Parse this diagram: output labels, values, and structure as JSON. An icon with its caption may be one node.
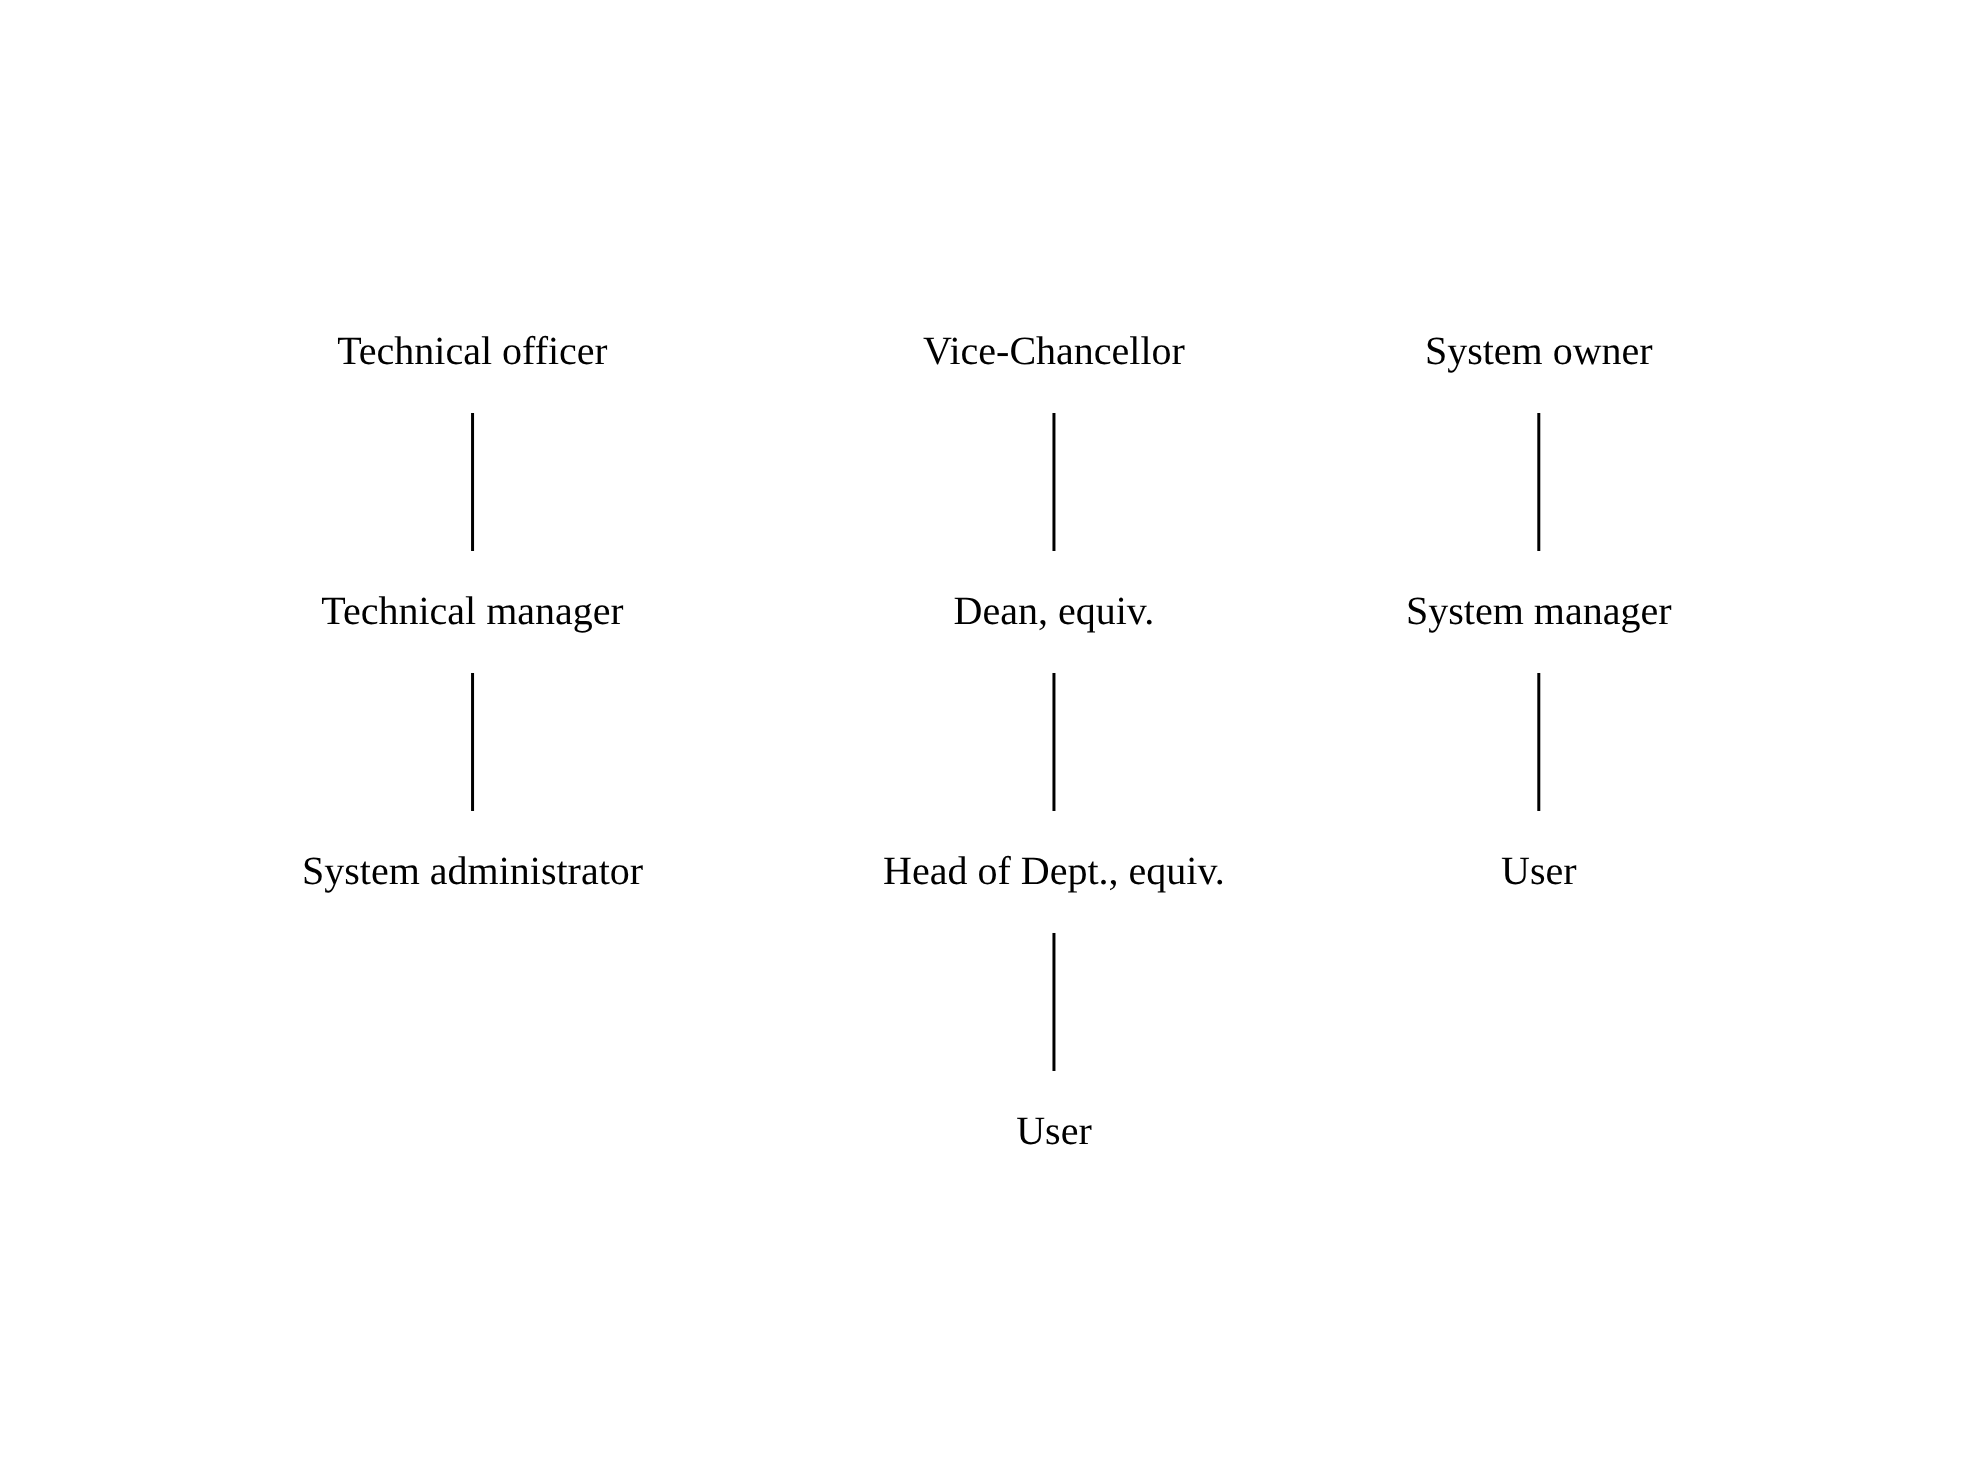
{
  "diagram": {
    "nodes": [
      {
        "text": [
          "Vice-Chancellor"
        ]
      },
      {
        "text": [
          "System owner"
        ]
      },
      {
        "text": [
          "Technical officer"
        ]
      },
      {
        "text": [
          "Dean, equiv."
        ]
      },
      {
        "text": [
          "System manager"
        ]
      },
      {
        "text": [
          "Technical manager"
        ]
      },
      {
        "text": [
          "System administrator"
        ]
      },
      {
        "text": [
          "Head of Dept., equiv."
        ]
      },
      {
        "text": [
          "User"
        ]
      },
      {
        "text": [
          "User"
        ]
      }
    ],
    "edges": [
      {
        "from": 2,
        "to": 5,
        "arrow": "none"
      },
      {
        "from": 5,
        "to": 6,
        "arrow": "none"
      },
      {
        "from": 1,
        "to": 4,
        "arrow": "none"
      },
      {
        "from": 4,
        "to": 8,
        "arrow": "none"
      },
      {
        "from": 0,
        "to": 3,
        "arrow": "none"
      },
      {
        "from": 3,
        "to": 7,
        "arrow": "none"
      },
      {
        "from": 7,
        "to": 9,
        "arrow": "none"
      }
    ]
  }
}
